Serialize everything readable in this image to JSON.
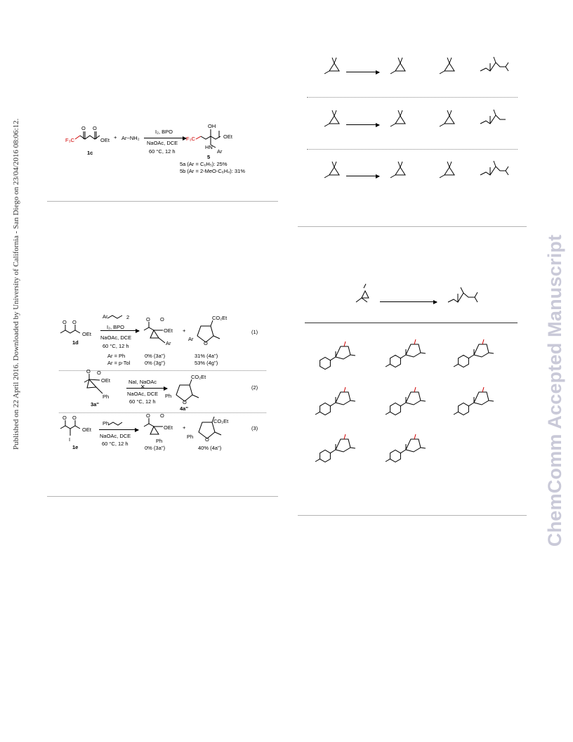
{
  "sidebar": {
    "published_line": "Published on 22 April 2016. Downloaded by University of California - San Diego on 23/04/2016 08:06:12."
  },
  "watermark": {
    "text": "ChemComm Accepted Manuscript"
  },
  "scheme1": {
    "substrate_label": "1c",
    "f3c": "F₃C",
    "oet": "OEt",
    "plus": "+",
    "amine": "Ar−NH₂",
    "reagent_top": "I₂, BPO",
    "reagent_mid": "NaOAc, DCE",
    "reagent_bot": "60 °C, 12 h",
    "product_oh": "OH",
    "product_f3c": "F₃C",
    "product_oet": "OEt",
    "product_hn": "HN",
    "product_ar": "Ar",
    "product_label": "5",
    "yield_a": "5a (Ar = C₆H₅): 25%",
    "yield_b": "5b (Ar = 2-MeO-C₆H₄): 31%"
  },
  "scheme2": {
    "eq1": {
      "reagent_ar": "Ar",
      "reagent_num": "2",
      "cond1": "I₂, BPO",
      "cond2": "NaOAc, DCE",
      "cond3": "60 °C, 12 h",
      "substrate_label": "1d",
      "oet": "OEt",
      "prod_oet": "OEt",
      "plus": "+",
      "prod_ar": "Ar",
      "co2et": "CO₂Et",
      "furan_ar": "Ar",
      "furan_o": "O",
      "row1_ar": "Ar = Ph",
      "row1_y1": "0% (3a'')",
      "row1_y2": "31% (4a'')",
      "row2_ar": "Ar = p-Tol",
      "row2_y1": "0% (3g'')",
      "row2_y2": "53% (4g'')",
      "number": "(1)"
    },
    "eq2": {
      "oet": "OEt",
      "ph": "Ph",
      "label": "3a''",
      "cond1": "NaI, NaOAc",
      "cond2": "NaOAc, DCE",
      "cond3": "60 °C, 12 h",
      "co2et": "CO₂Et",
      "ph2": "Ph",
      "o": "O",
      "prod_label": "4a''",
      "number": "(2)"
    },
    "eq3": {
      "oet": "OEt",
      "iodo": "I",
      "label": "1e",
      "reagent": "Ph",
      "cond1": "NaOAc, DCE",
      "cond2": "60 °C, 12 h",
      "prod_oet": "OEt",
      "plus": "+",
      "ph": "Ph",
      "co2et": "CO₂Et",
      "ph2": "Ph",
      "o": "O",
      "y1": "0% (3a'')",
      "y2": "40% (4a'')",
      "number": "(3)"
    }
  }
}
